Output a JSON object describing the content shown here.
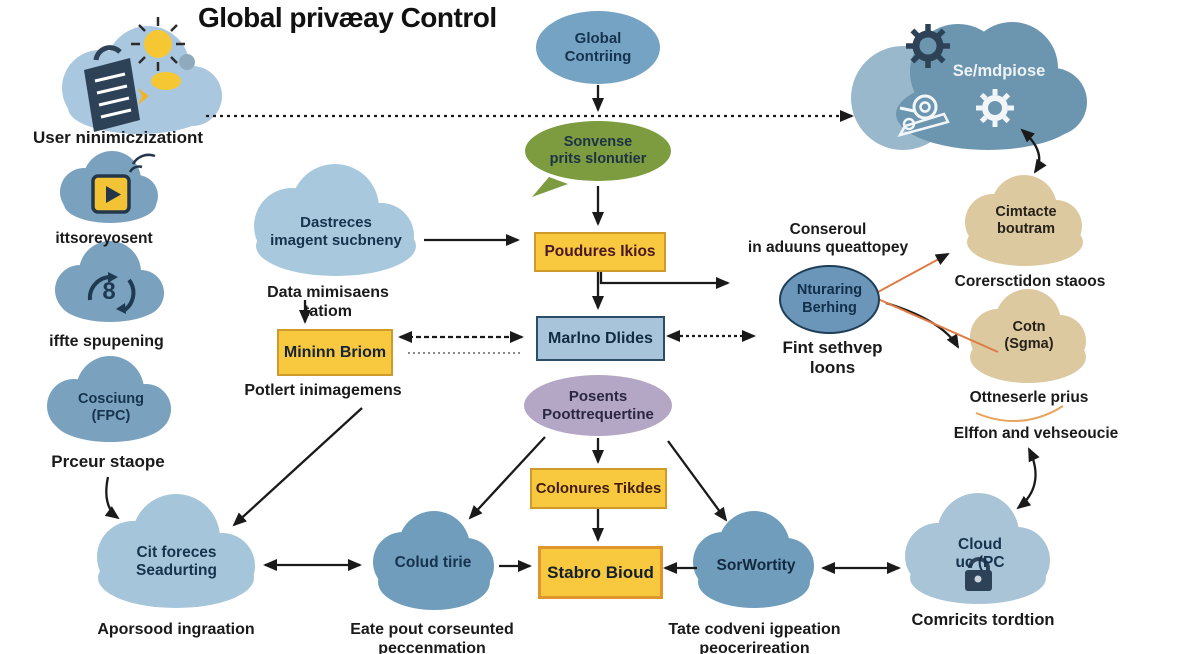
{
  "title": "Global privæay Control",
  "left_column": {
    "user_label": "User ninimiczizationt",
    "play_label": "ittsoreyosent",
    "refresh_label": "iffte spupening",
    "fpc_cloud": "Cosciung\n(FPC)",
    "fpc_label": "Prceur staope"
  },
  "left_mid": {
    "dastreces_cloud": "Dastreces\nimagent sucbneny",
    "data_label": "Data mimisaens tatiom",
    "mininn_box": "Mininn Briom",
    "potlert_label": "Potlert inimagemens"
  },
  "center": {
    "global_ellipse": "Global\nContriing",
    "speech_bubble": "Sonvense\nprits slonutier",
    "poudures_box": "Poudures Ikios",
    "marlno_box": "Marlno Dlides",
    "posents_ellipse": "Posents\nPoottrequertine",
    "colonures_box": "Colonures Tikdes",
    "stabro_box": "Stabro Bioud"
  },
  "right": {
    "se_cloud": "Se/mdpiose",
    "conseroul_label": "Conseroul\nin aduuns queattopey",
    "nturaring_ellipse": "Nturaring\nBerhing",
    "fint_label": "Fint sethvep loons",
    "cimtacte_cloud": "Cimtacte\nboutram",
    "corersctidon_label": "Corersctidon staoos",
    "cotn_cloud": "Cotn\n(Sgma)",
    "ottneserle_label": "Ottneserle prius",
    "elffon_label": "Elffon and vehseoucie"
  },
  "bottom": {
    "cit_cloud": "Cit foreces\nSeadurting",
    "aporsood_label": "Aporsood ingraation",
    "colud_cloud": "Colud tirie",
    "eate_label": "Eate pout corseunted\npeccenmation",
    "sorwortity_cloud": "SorWortity",
    "tate_label": "Tate codveni igpeation\npeocerireation",
    "cloud_uc": "Cloud\nuc (PC",
    "comricits_label": "Comricits tordtion"
  },
  "icons": {
    "refresh_glyph": "8"
  },
  "colors": {
    "cloud_steel": "#7aa2bf",
    "cloud_light": "#a8c9dd",
    "cloud_medium": "#6f9dbb",
    "cloud_tan": "#dcc9a0",
    "cloud_se": "#6c95af",
    "box_yellow": "#f8c93e",
    "box_blue": "#a7c4da",
    "ellipse_blue": "#74a3c4",
    "bubble_green": "#7d9b3f",
    "ellipse_purple": "#b4a7c5",
    "accent_orange": "#e07b45",
    "ink": "#1a1a1a"
  }
}
